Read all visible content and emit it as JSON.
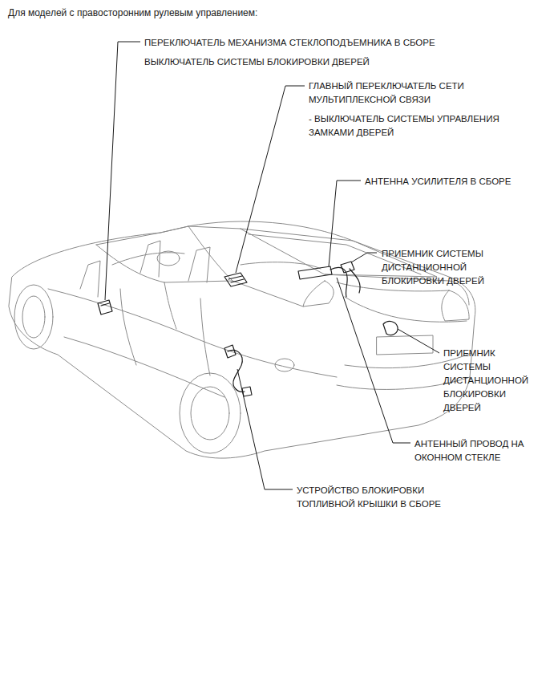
{
  "diagram": {
    "title": "Для моделей с правосторонним рулевым управлением:",
    "labels": [
      "ПЕРЕКЛЮЧАТЕЛЬ МЕХАНИЗМА СТЕКЛОПОДЪЕМНИКА В СБОРЕ",
      "ВЫКЛЮЧАТЕЛЬ СИСТЕМЫ БЛОКИРОВКИ ДВЕРЕЙ",
      "ГЛАВНЫЙ ПЕРЕКЛЮЧАТЕЛЬ СЕТИ МУЛЬТИПЛЕКСНОЙ СВЯЗИ",
      "- ВЫКЛЮЧАТЕЛЬ СИСТЕМЫ УПРАВЛЕНИЯ ЗАМКАМИ ДВЕРЕЙ",
      "АНТЕННА УСИЛИТЕЛЯ В СБОРЕ",
      "ПРИЕМНИК СИСТЕМЫ ДИСТАНЦИОННОЙ БЛОКИРОВКИ ДВЕРЕЙ",
      "ПРИЕМНИК СИСТЕМЫ ДИСТАНЦИОННОЙ БЛОКИРОВКИ ДВЕРЕЙ",
      "АНТЕННЫЙ ПРОВОД НА ОКОННОМ СТЕКЛЕ",
      "УСТРОЙСТВО БЛОКИРОВКИ ТОПЛИВНОЙ КРЫШКИ В СБОРЕ"
    ]
  }
}
